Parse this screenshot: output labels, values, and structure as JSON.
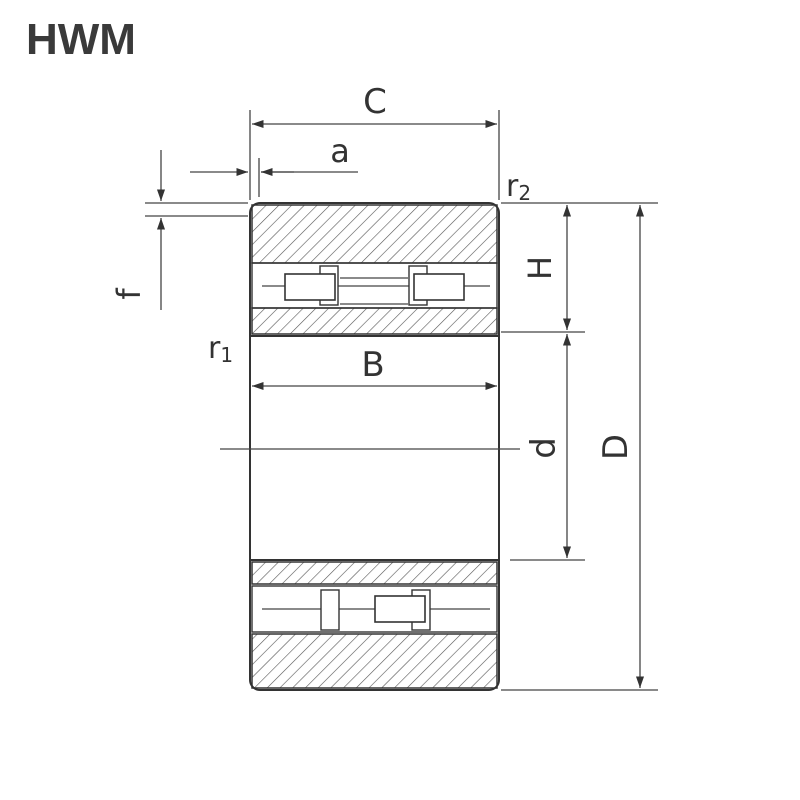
{
  "title": "HWM",
  "labels": {
    "C": "C",
    "a": "a",
    "r2": "r",
    "r2_sub": "2",
    "f": "f",
    "H": "H",
    "r1": "r",
    "r1_sub": "1",
    "B": "B",
    "d": "d",
    "D": "D"
  }
}
